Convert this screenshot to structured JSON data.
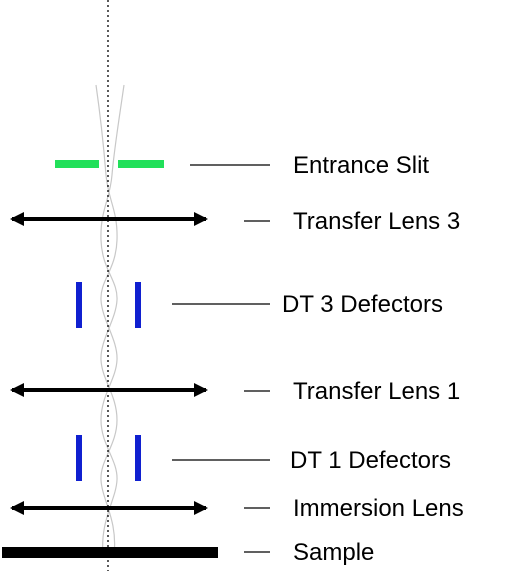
{
  "colors": {
    "slit": "#22e05a",
    "deflector": "#1020d0",
    "lens": "#000000",
    "beam": "#c8c8c8",
    "axis": "#000000",
    "sample": "#000000",
    "leader": "#000000"
  },
  "labels": {
    "entrance_slit": "Entrance Slit",
    "transfer_lens_3": "Transfer Lens 3",
    "dt3_deflectors": "DT 3 Defectors",
    "transfer_lens_1": "Transfer Lens 1",
    "dt1_deflectors": "DT 1 Defectors",
    "immersion_lens": "Immersion Lens",
    "sample": "Sample"
  }
}
